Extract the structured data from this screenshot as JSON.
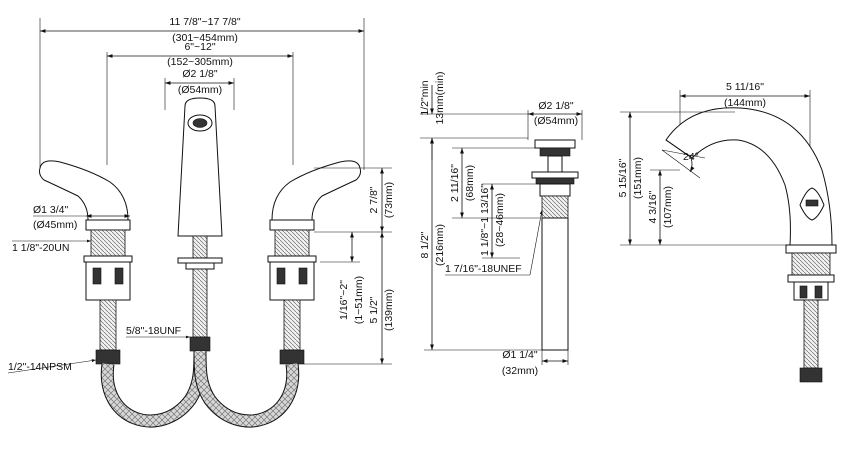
{
  "front_view": {
    "overall_width": "11 7/8\"~17 7/8\"",
    "overall_width_mm": "(301~454mm)",
    "center_spacing": "6\"~12\"",
    "center_spacing_mm": "(152~305mm)",
    "spout_diameter": "Ø2 1/8\"",
    "spout_diameter_mm": "(Ø54mm)",
    "handle_base_diameter": "Ø1 3/4\"",
    "handle_base_diameter_mm": "(Ø45mm)",
    "handle_thread": "1 1/8\"-20UN",
    "handle_height": "2 7/8\"",
    "handle_height_mm": "(73mm)",
    "grip_range": "1/16\"~2\"",
    "grip_range_mm": "(1~51mm)",
    "shank_length": "5 1/2\"",
    "shank_length_mm": "(139mm)",
    "hose_thread": "5/8\"-18UNF",
    "supply_thread": "1/2\"-14NPSM"
  },
  "drain_view": {
    "clearance": "1/2\"min",
    "clearance_mm": "13mm(min)",
    "flange_diameter": "Ø2 1/8\"",
    "flange_diameter_mm": "(Ø54mm)",
    "body_height": "2 11/16\"",
    "body_height_mm": "(68mm)",
    "total_height": "8 1/2\"",
    "total_height_mm": "(216mm)",
    "grip_range": "1 1/8\"~1 13/16\"",
    "grip_range_mm": "(28~46mm)",
    "tail_thread": "1 7/16\"-18UNEF",
    "tail_diameter": "Ø1 1/4\"",
    "tail_diameter_mm": "(32mm)"
  },
  "side_view": {
    "reach": "5 11/16\"",
    "reach_mm": "(144mm)",
    "spout_height": "5 15/16\"",
    "spout_height_mm": "(151mm)",
    "outlet_height": "4 3/16\"",
    "outlet_height_mm": "(107mm)",
    "outlet_angle": "24°"
  }
}
